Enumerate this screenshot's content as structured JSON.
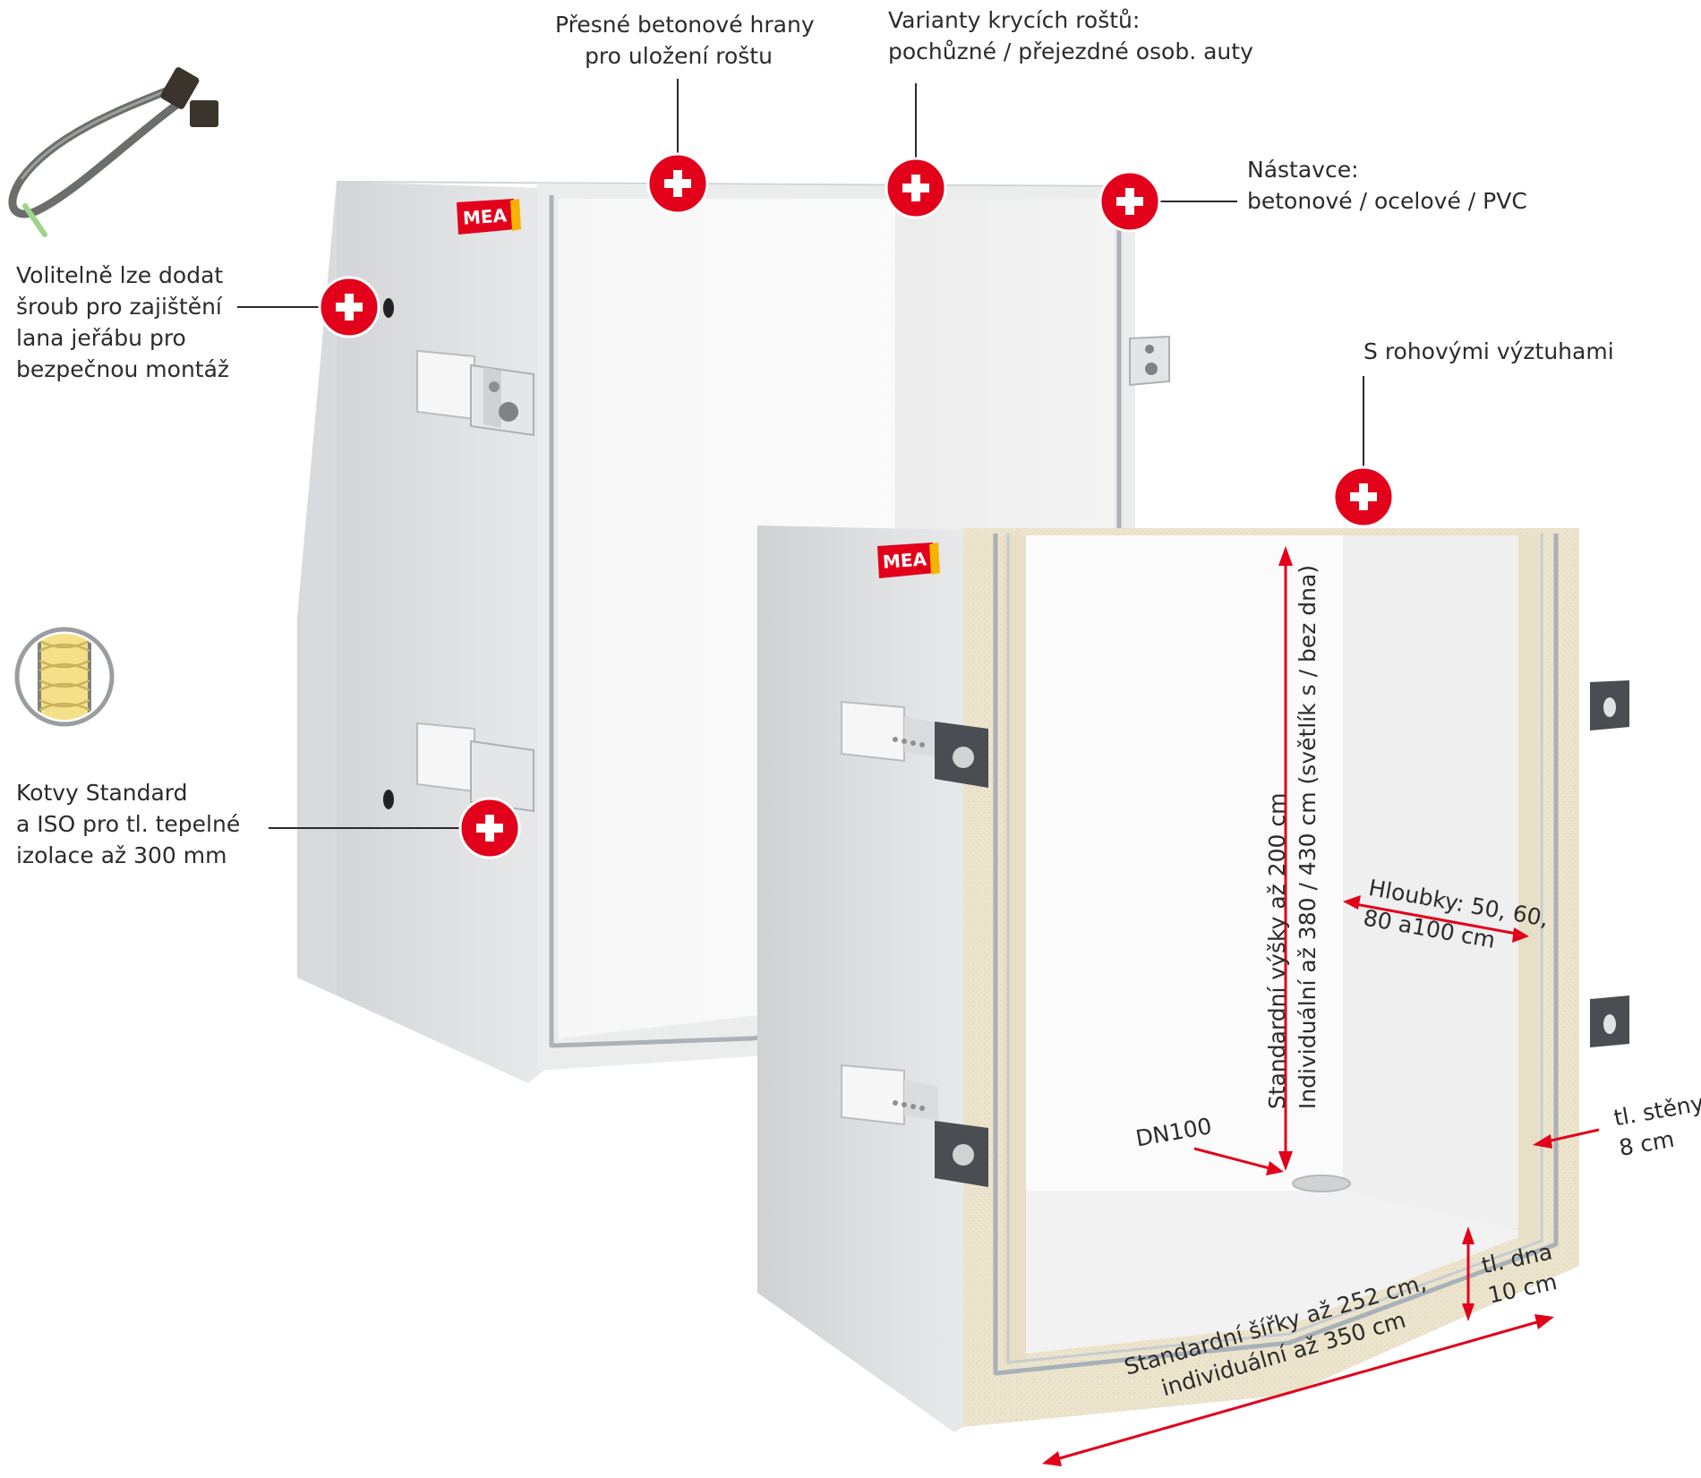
{
  "brand": {
    "logo_text": "MEA",
    "logo_bg": "#e2001a",
    "logo_accent": "#f5b400"
  },
  "colors": {
    "accent": "#e2001a",
    "concrete": "#e3e4e6",
    "insulation": "#ece5d2",
    "metal": "#d8dbde"
  },
  "icons": {
    "marker": "plus-circle-icon",
    "cable": "crane-cable-icon",
    "insulation": "insulation-icon"
  },
  "callouts": {
    "concrete_edges": [
      "Přesné betonové hrany",
      "pro uložení roštu"
    ],
    "grate_variants": [
      "Varianty krycích roštů:",
      "pochůzné / přejezdné osob. auty"
    ],
    "extensions": [
      "Nástavce:",
      "betonové / ocelové / PVC"
    ],
    "crane_screw": [
      "Volitelně lze dodat",
      "šroub pro zajištění",
      "lana jeřábu pro",
      "bezpečnou montáž"
    ],
    "corner_reinforcement": "S rohovými výztuhami",
    "anchors": [
      "Kotvy Standard",
      "a ISO pro tl. tepelné",
      "izolace až 300 mm"
    ]
  },
  "dimensions": {
    "height": [
      "Standardní výšky až 200 cm",
      "Individuální až 380 / 430 cm (světlík s / bez dna)"
    ],
    "depth": [
      "Hloubky: 50, 60,",
      "80 a100 cm"
    ],
    "wall": [
      "tl. stěny",
      "8 cm"
    ],
    "floor": [
      "tl. dna",
      "10 cm"
    ],
    "width": [
      "Standardní šířky až 252 cm,",
      "individuální až 350 cm"
    ],
    "drain": "DN100"
  }
}
